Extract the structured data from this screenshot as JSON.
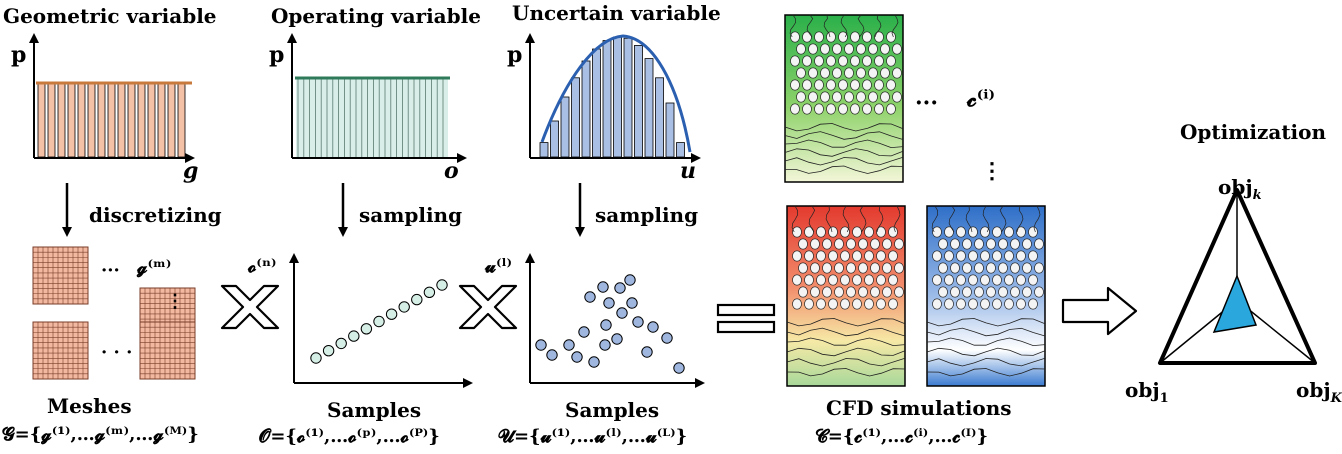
{
  "titles": {
    "geometric": "Geometric variable",
    "operating": "Operating variable",
    "uncertain": "Uncertain variable",
    "optimization": "Optimization"
  },
  "axes": {
    "p_label": "p",
    "g_label": "g",
    "o_label": "o",
    "u_label": "u"
  },
  "steps": {
    "discretizing": "discretizing",
    "sampling_o": "sampling",
    "sampling_u": "sampling"
  },
  "captions": {
    "meshes": "Meshes",
    "samples_o": "Samples",
    "samples_u": "Samples",
    "cfd": "CFD simulations"
  },
  "formulas": {
    "G": "𝓖={𝓰⁽¹⁾,…𝓰⁽ᵐ⁾,…𝓰⁽ᴹ⁾}",
    "O": "𝓞={𝓸⁽¹⁾,…𝓸⁽ᵖ⁾,…𝓸⁽ᴾ⁾}",
    "U": "𝓤={𝓾⁽¹⁾,…𝓾⁽ˡ⁾,…𝓾⁽ᴸ⁾}",
    "C": "𝓒={𝓬⁽¹⁾,…𝓬⁽ⁱ⁾,…𝓬⁽ᴵ⁾}"
  },
  "labels": {
    "gm": "𝓰⁽ᵐ⁾",
    "on": "𝓸⁽ⁿ⁾",
    "ul": "𝓾⁽ˡ⁾",
    "ci": "𝓬⁽ⁱ⁾",
    "dots_h": "···",
    "dots_v": "⋮",
    "mesh_dots": "···",
    "mesh_dots_bottom": "· · ·"
  },
  "radar": {
    "obj_top": "obj",
    "obj_top_sub": "k",
    "obj_left": "obj",
    "obj_left_sub": "1",
    "obj_right": "obj",
    "obj_right_sub": "K"
  },
  "colors": {
    "geometric_fill": "#f5c1a6",
    "geometric_line": "#c87a3c",
    "operating_fill": "#d9eee9",
    "operating_line": "#2e7a5a",
    "uncertain_fill": "#a9bfe3",
    "uncertain_curve": "#2b5fb0",
    "mesh": "#f2b8a0",
    "scatter_o": "#d6efe6",
    "scatter_u": "#9fb6df",
    "radar_fill": "#2aa7dd"
  }
}
